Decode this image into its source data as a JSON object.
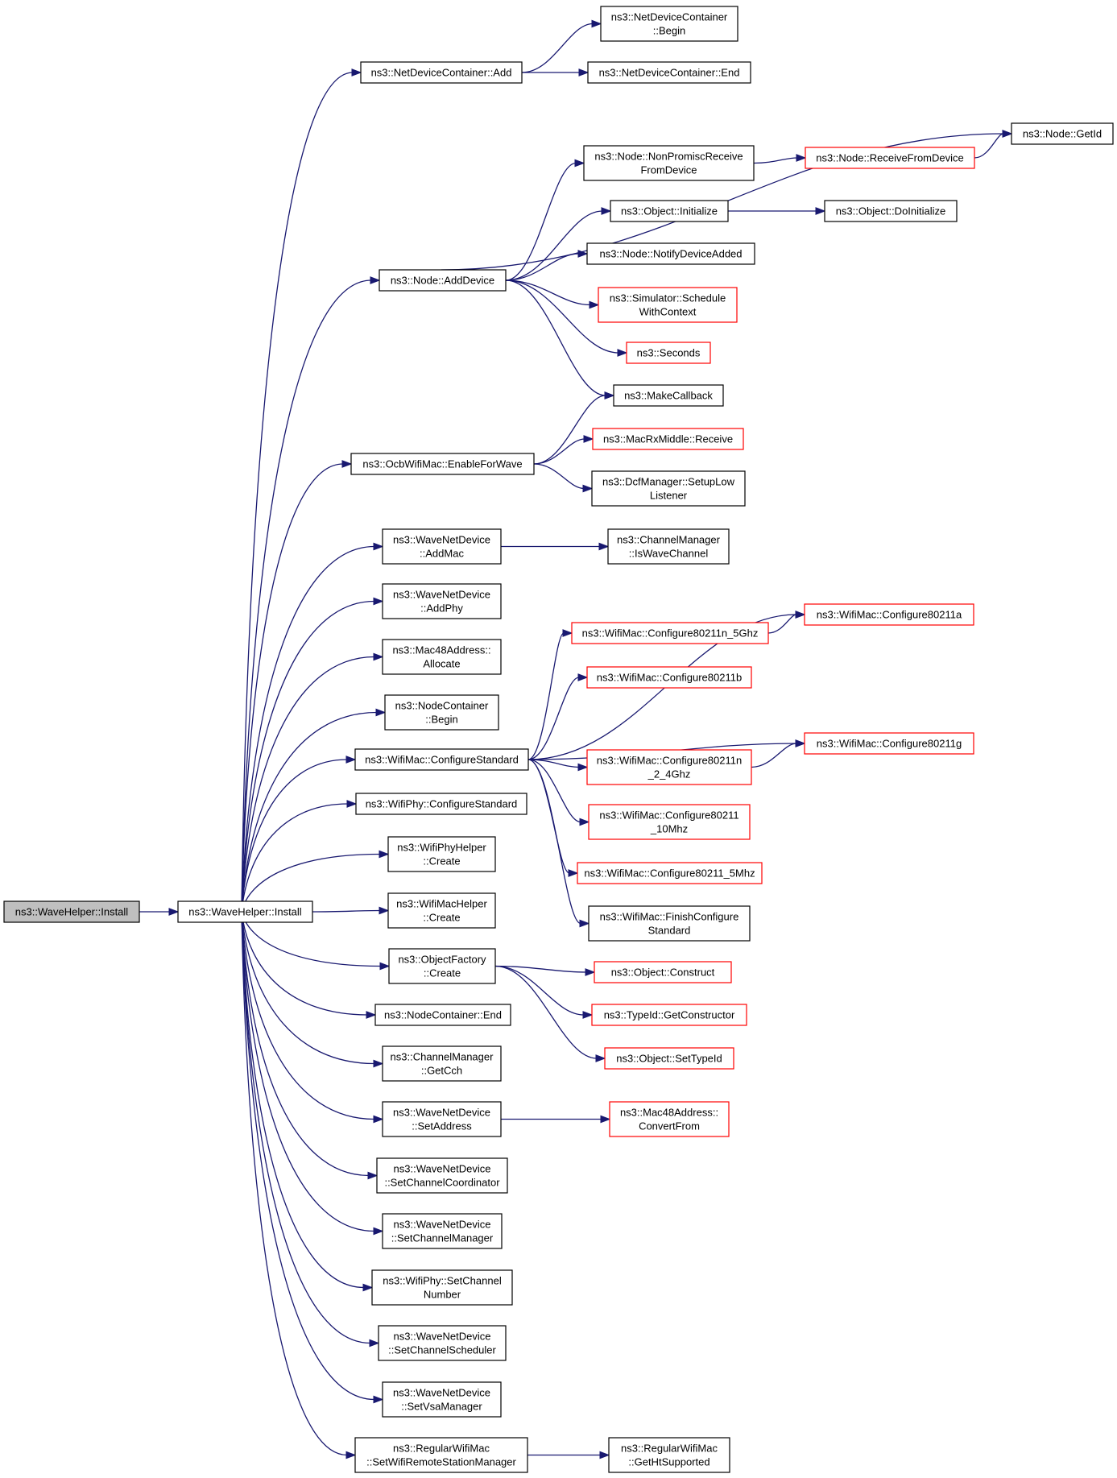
{
  "nodes": [
    {
      "id": "root",
      "lines": [
        "ns3::WaveHelper::Install"
      ],
      "style": "root"
    },
    {
      "id": "install",
      "lines": [
        "ns3::WaveHelper::Install"
      ],
      "style": "normal"
    },
    {
      "id": "ndc_add",
      "lines": [
        "ns3::NetDeviceContainer::Add"
      ],
      "style": "normal"
    },
    {
      "id": "ndc_begin",
      "lines": [
        "ns3::NetDeviceContainer",
        "::Begin"
      ],
      "style": "normal"
    },
    {
      "id": "ndc_end",
      "lines": [
        "ns3::NetDeviceContainer::End"
      ],
      "style": "normal"
    },
    {
      "id": "node_getid",
      "lines": [
        "ns3::Node::GetId"
      ],
      "style": "normal"
    },
    {
      "id": "node_nonpromisc",
      "lines": [
        "ns3::Node::NonPromiscReceive",
        "FromDevice"
      ],
      "style": "normal"
    },
    {
      "id": "node_receivefrom",
      "lines": [
        "ns3::Node::ReceiveFromDevice"
      ],
      "style": "red"
    },
    {
      "id": "obj_initialize",
      "lines": [
        "ns3::Object::Initialize"
      ],
      "style": "normal"
    },
    {
      "id": "obj_doinitialize",
      "lines": [
        "ns3::Object::DoInitialize"
      ],
      "style": "normal"
    },
    {
      "id": "node_notify",
      "lines": [
        "ns3::Node::NotifyDeviceAdded"
      ],
      "style": "normal"
    },
    {
      "id": "node_adddevice",
      "lines": [
        "ns3::Node::AddDevice"
      ],
      "style": "normal"
    },
    {
      "id": "sim_schedule",
      "lines": [
        "ns3::Simulator::Schedule",
        "WithContext"
      ],
      "style": "red"
    },
    {
      "id": "seconds",
      "lines": [
        "ns3::Seconds"
      ],
      "style": "red"
    },
    {
      "id": "makecallback",
      "lines": [
        "ns3::MakeCallback"
      ],
      "style": "normal"
    },
    {
      "id": "macrx_receive",
      "lines": [
        "ns3::MacRxMiddle::Receive"
      ],
      "style": "red"
    },
    {
      "id": "ocb_enable",
      "lines": [
        "ns3::OcbWifiMac::EnableForWave"
      ],
      "style": "normal"
    },
    {
      "id": "dcf_setup",
      "lines": [
        "ns3::DcfManager::SetupLow",
        "Listener"
      ],
      "style": "normal"
    },
    {
      "id": "wnd_addmac",
      "lines": [
        "ns3::WaveNetDevice",
        "::AddMac"
      ],
      "style": "normal"
    },
    {
      "id": "chm_iswave",
      "lines": [
        "ns3::ChannelManager",
        "::IsWaveChannel"
      ],
      "style": "normal"
    },
    {
      "id": "wnd_addphy",
      "lines": [
        "ns3::WaveNetDevice",
        "::AddPhy"
      ],
      "style": "normal"
    },
    {
      "id": "wm_80211a",
      "lines": [
        "ns3::WifiMac::Configure80211a"
      ],
      "style": "red"
    },
    {
      "id": "wm_80211n5",
      "lines": [
        "ns3::WifiMac::Configure80211n_5Ghz"
      ],
      "style": "red"
    },
    {
      "id": "mac48_allocate",
      "lines": [
        "ns3::Mac48Address::",
        "Allocate"
      ],
      "style": "normal"
    },
    {
      "id": "wm_80211b",
      "lines": [
        "ns3::WifiMac::Configure80211b"
      ],
      "style": "red"
    },
    {
      "id": "nc_begin",
      "lines": [
        "ns3::NodeContainer",
        "::Begin"
      ],
      "style": "normal"
    },
    {
      "id": "wm_80211g",
      "lines": [
        "ns3::WifiMac::Configure80211g"
      ],
      "style": "red"
    },
    {
      "id": "wm_configstd",
      "lines": [
        "ns3::WifiMac::ConfigureStandard"
      ],
      "style": "normal"
    },
    {
      "id": "wm_80211n24",
      "lines": [
        "ns3::WifiMac::Configure80211n",
        "_2_4Ghz"
      ],
      "style": "red"
    },
    {
      "id": "wphy_configstd",
      "lines": [
        "ns3::WifiPhy::ConfigureStandard"
      ],
      "style": "normal"
    },
    {
      "id": "wm_80211_10",
      "lines": [
        "ns3::WifiMac::Configure80211",
        "_10Mhz"
      ],
      "style": "red"
    },
    {
      "id": "wphyh_create",
      "lines": [
        "ns3::WifiPhyHelper",
        "::Create"
      ],
      "style": "normal"
    },
    {
      "id": "wm_80211_5",
      "lines": [
        "ns3::WifiMac::Configure80211_5Mhz"
      ],
      "style": "red"
    },
    {
      "id": "wmach_create",
      "lines": [
        "ns3::WifiMacHelper",
        "::Create"
      ],
      "style": "normal"
    },
    {
      "id": "wm_finish",
      "lines": [
        "ns3::WifiMac::FinishConfigure",
        "Standard"
      ],
      "style": "normal"
    },
    {
      "id": "objf_create",
      "lines": [
        "ns3::ObjectFactory",
        "::Create"
      ],
      "style": "normal"
    },
    {
      "id": "obj_construct",
      "lines": [
        "ns3::Object::Construct"
      ],
      "style": "red"
    },
    {
      "id": "typeid_getctor",
      "lines": [
        "ns3::TypeId::GetConstructor"
      ],
      "style": "red"
    },
    {
      "id": "nc_end",
      "lines": [
        "ns3::NodeContainer::End"
      ],
      "style": "normal"
    },
    {
      "id": "obj_settypeid",
      "lines": [
        "ns3::Object::SetTypeId"
      ],
      "style": "red"
    },
    {
      "id": "chm_getcch",
      "lines": [
        "ns3::ChannelManager",
        "::GetCch"
      ],
      "style": "normal"
    },
    {
      "id": "wnd_setaddress",
      "lines": [
        "ns3::WaveNetDevice",
        "::SetAddress"
      ],
      "style": "normal"
    },
    {
      "id": "mac48_convert",
      "lines": [
        "ns3::Mac48Address::",
        "ConvertFrom"
      ],
      "style": "red"
    },
    {
      "id": "wnd_setchcoord",
      "lines": [
        "ns3::WaveNetDevice",
        "::SetChannelCoordinator"
      ],
      "style": "normal"
    },
    {
      "id": "wnd_setchmgr",
      "lines": [
        "ns3::WaveNetDevice",
        "::SetChannelManager"
      ],
      "style": "normal"
    },
    {
      "id": "wphy_setchnum",
      "lines": [
        "ns3::WifiPhy::SetChannel",
        "Number"
      ],
      "style": "normal"
    },
    {
      "id": "wnd_setchsched",
      "lines": [
        "ns3::WaveNetDevice",
        "::SetChannelScheduler"
      ],
      "style": "normal"
    },
    {
      "id": "wnd_setvsa",
      "lines": [
        "ns3::WaveNetDevice",
        "::SetVsaManager"
      ],
      "style": "normal"
    },
    {
      "id": "rwm_setremote",
      "lines": [
        "ns3::RegularWifiMac",
        "::SetWifiRemoteStationManager"
      ],
      "style": "normal"
    },
    {
      "id": "rwm_getht",
      "lines": [
        "ns3::RegularWifiMac",
        "::GetHtSupported"
      ],
      "style": "normal"
    }
  ],
  "edges": [
    [
      "root",
      "install"
    ],
    [
      "install",
      "ndc_add"
    ],
    [
      "install",
      "node_adddevice"
    ],
    [
      "install",
      "ocb_enable"
    ],
    [
      "install",
      "wnd_addmac"
    ],
    [
      "install",
      "wnd_addphy"
    ],
    [
      "install",
      "mac48_allocate"
    ],
    [
      "install",
      "nc_begin"
    ],
    [
      "install",
      "wm_configstd"
    ],
    [
      "install",
      "wphy_configstd"
    ],
    [
      "install",
      "wphyh_create"
    ],
    [
      "install",
      "wmach_create"
    ],
    [
      "install",
      "objf_create"
    ],
    [
      "install",
      "nc_end"
    ],
    [
      "install",
      "chm_getcch"
    ],
    [
      "install",
      "wnd_setaddress"
    ],
    [
      "install",
      "wnd_setchcoord"
    ],
    [
      "install",
      "wnd_setchmgr"
    ],
    [
      "install",
      "wphy_setchnum"
    ],
    [
      "install",
      "wnd_setchsched"
    ],
    [
      "install",
      "wnd_setvsa"
    ],
    [
      "install",
      "rwm_setremote"
    ],
    [
      "ndc_add",
      "ndc_begin"
    ],
    [
      "ndc_add",
      "ndc_end"
    ],
    [
      "node_adddevice",
      "node_getid"
    ],
    [
      "node_adddevice",
      "node_nonpromisc"
    ],
    [
      "node_adddevice",
      "obj_initialize"
    ],
    [
      "node_adddevice",
      "node_notify"
    ],
    [
      "node_adddevice",
      "sim_schedule"
    ],
    [
      "node_adddevice",
      "seconds"
    ],
    [
      "node_adddevice",
      "makecallback"
    ],
    [
      "node_nonpromisc",
      "node_receivefrom"
    ],
    [
      "node_receivefrom",
      "node_getid"
    ],
    [
      "obj_initialize",
      "obj_doinitialize"
    ],
    [
      "ocb_enable",
      "makecallback"
    ],
    [
      "ocb_enable",
      "macrx_receive"
    ],
    [
      "ocb_enable",
      "dcf_setup"
    ],
    [
      "wnd_addmac",
      "chm_iswave"
    ],
    [
      "wm_configstd",
      "wm_80211a"
    ],
    [
      "wm_configstd",
      "wm_80211n5"
    ],
    [
      "wm_configstd",
      "wm_80211b"
    ],
    [
      "wm_configstd",
      "wm_80211g"
    ],
    [
      "wm_configstd",
      "wm_80211n24"
    ],
    [
      "wm_configstd",
      "wm_80211_10"
    ],
    [
      "wm_configstd",
      "wm_80211_5"
    ],
    [
      "wm_configstd",
      "wm_finish"
    ],
    [
      "wm_80211n5",
      "wm_80211a"
    ],
    [
      "wm_80211n24",
      "wm_80211g"
    ],
    [
      "objf_create",
      "obj_construct"
    ],
    [
      "objf_create",
      "typeid_getctor"
    ],
    [
      "objf_create",
      "obj_settypeid"
    ],
    [
      "wnd_setaddress",
      "mac48_convert"
    ],
    [
      "rwm_setremote",
      "rwm_getht"
    ]
  ]
}
